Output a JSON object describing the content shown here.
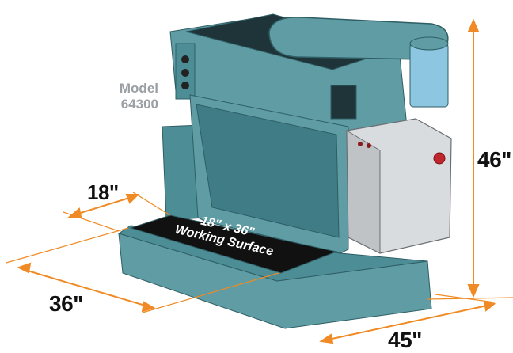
{
  "model": {
    "line1": "Model",
    "line2": "64300"
  },
  "dimensions": {
    "width_label": "18\"",
    "depth_label": "36\"",
    "length_label": "45\"",
    "height_label": "46\""
  },
  "working_surface": {
    "line1": "18\" x 36\"",
    "line2": "Working Surface"
  },
  "colors": {
    "machine_body": "#5f9ca4",
    "machine_shadow": "#3f7c85",
    "dimension_lines": "#f08a24",
    "panel": "#d9dcdf",
    "knob": "#c0272d"
  }
}
